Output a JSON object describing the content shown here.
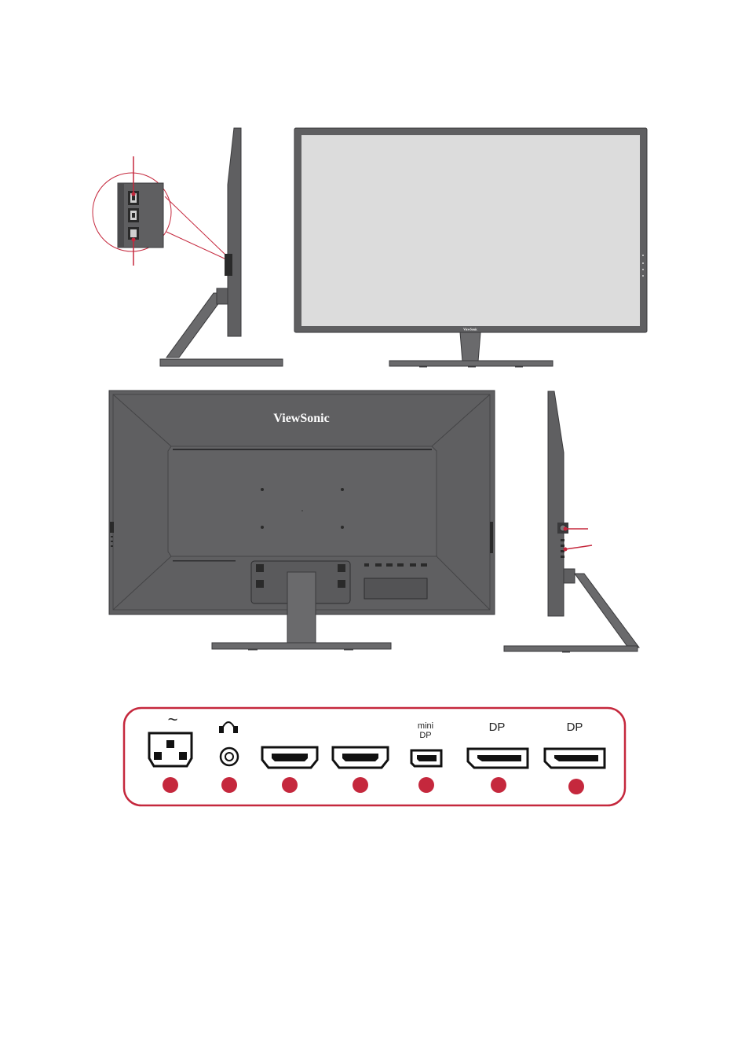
{
  "brand": {
    "name": "ViewSonic",
    "bezel_logo": "ViewSonic"
  },
  "colors": {
    "accent": "#c5283d",
    "body": "#5f5f61",
    "outline": "#3a3a3c",
    "screen": "#dcdcdc",
    "panel_border": "#c5283d"
  },
  "ports": [
    {
      "icon": "ac-power-icon",
      "label": "~"
    },
    {
      "icon": "headphone-icon",
      "label": ""
    },
    {
      "icon": "hdmi-port-icon",
      "label": ""
    },
    {
      "icon": "hdmi-port-icon",
      "label": ""
    },
    {
      "icon": "mini-displayport-icon",
      "label_line1": "mini",
      "label_line2": "DP"
    },
    {
      "icon": "displayport-icon",
      "label": "DP"
    },
    {
      "icon": "displayport-icon",
      "label": "DP"
    }
  ]
}
